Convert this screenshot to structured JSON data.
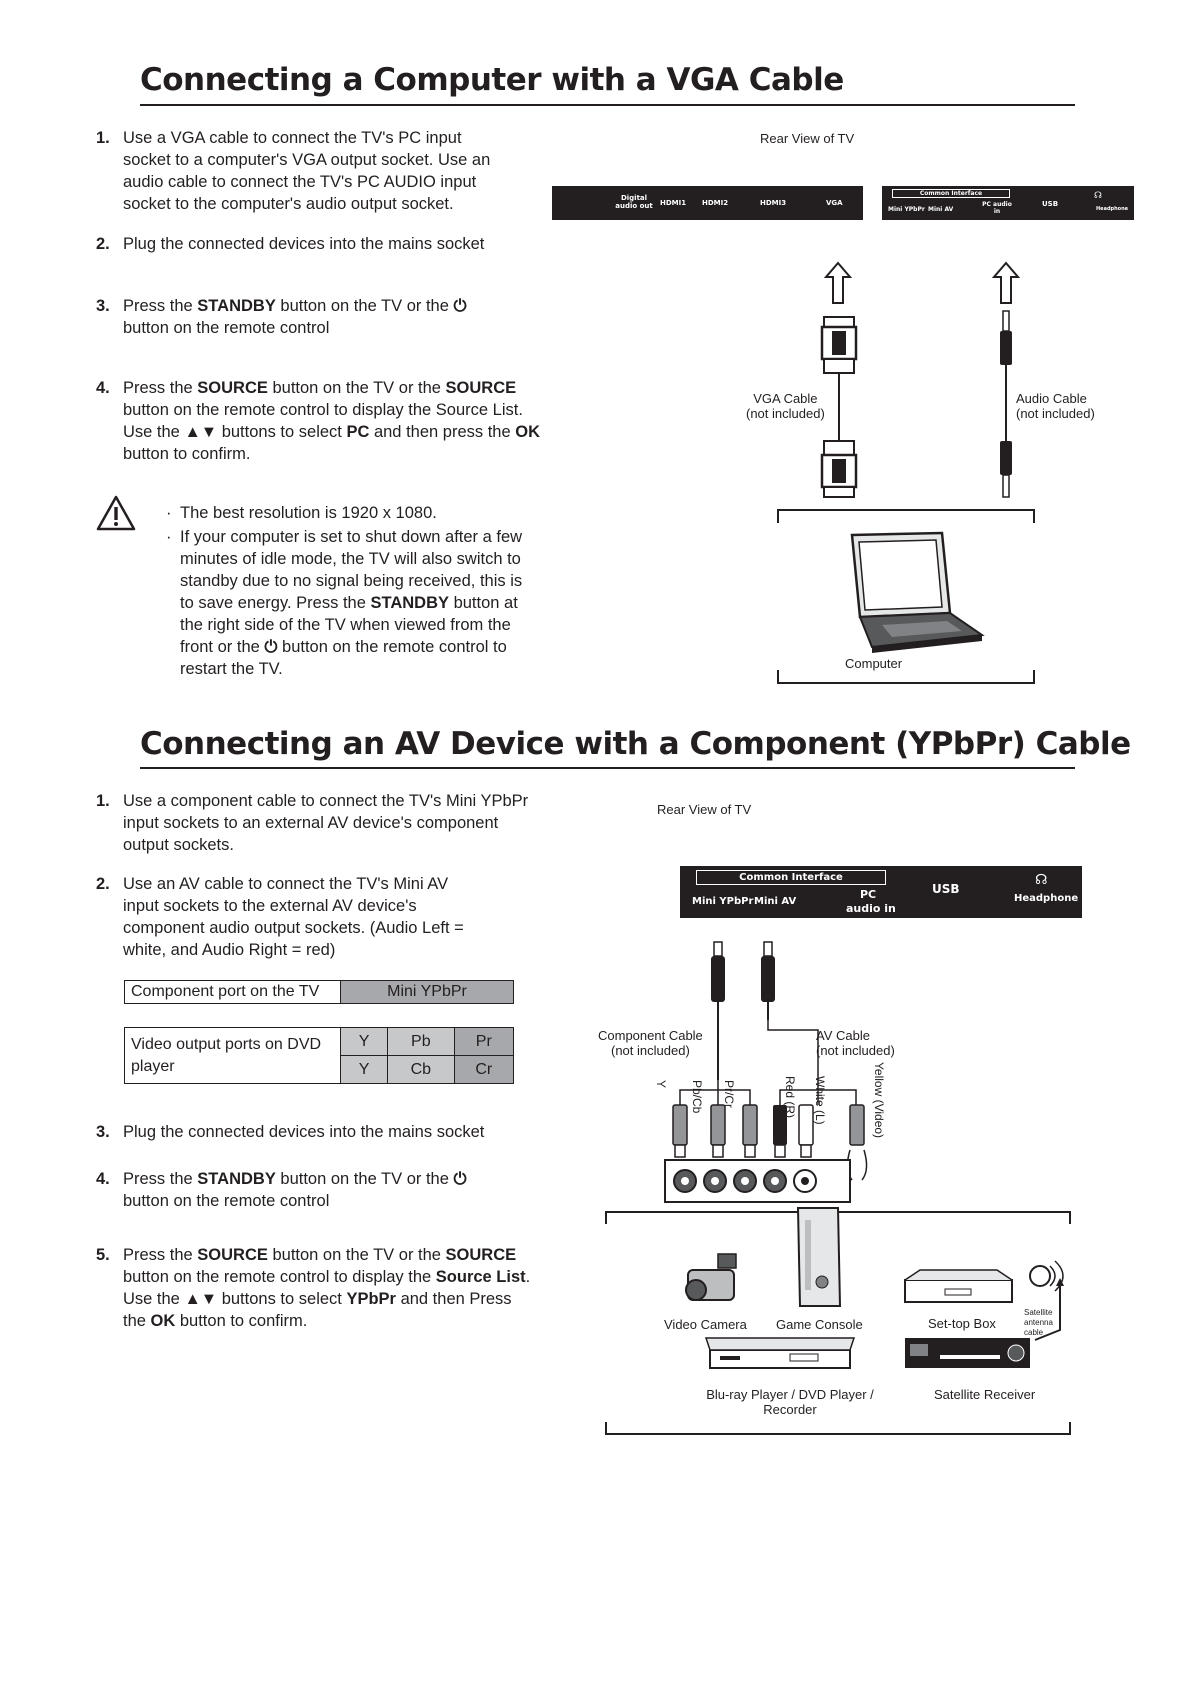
{
  "section1": {
    "title": "Connecting a Computer with a VGA Cable",
    "steps": [
      {
        "num": "1.",
        "text": "Use a VGA cable to connect the TV's PC input socket to a computer's VGA output socket. Use an audio cable to connect the TV's PC AUDIO input socket to the computer's audio output socket."
      },
      {
        "num": "2.",
        "text": "Plug the connected devices into the mains socket"
      },
      {
        "num": "3.",
        "pre": "Press the ",
        "bold": "STANDBY",
        "mid": " button on the TV or the ",
        "post": " button on the remote control"
      },
      {
        "num": "4.",
        "pre": "Press the ",
        "b1": "SOURCE",
        "t1": " button on the TV or the ",
        "b2": "SOURCE",
        "t2": " button on the remote control to display the Source List. Use the ",
        "arrows": "▲▼",
        "t3": " buttons to select ",
        "b3": "PC",
        "t4": " and then press the ",
        "b4": "OK",
        "t5": " button to confirm."
      }
    ],
    "notes": {
      "n1": "The best resolution is 1920 x 1080.",
      "n2_pre": "If your computer is set to shut down after a few minutes of idle mode, the TV will also switch to standby due to no signal being received, this is to save energy. Press the ",
      "n2_bold": "STANDBY",
      "n2_mid": " button at the right side of the TV when viewed from the front or the ",
      "n2_post": " button on the remote control to restart the TV."
    },
    "diagram": {
      "rear_view": "Rear View of TV",
      "panel_left": [
        "Digital audio out",
        "HDMI1",
        "HDMI2",
        "HDMI3",
        "VGA"
      ],
      "panel_right": {
        "ci": "Common Interface",
        "mini_ypbpr": "Mini YPbPr",
        "mini_av": "Mini AV",
        "pc_audio": "PC audio in",
        "usb": "USB",
        "headphone": "Headphone"
      },
      "vga_cable": "VGA Cable",
      "vga_cable_note": "(not included)",
      "audio_cable": "Audio Cable",
      "audio_cable_note": "(not included)",
      "computer": "Computer"
    }
  },
  "section2": {
    "title": "Connecting an AV Device with a Component (YPbPr) Cable",
    "steps": [
      {
        "num": "1.",
        "text": "Use a component cable to connect the TV's Mini YPbPr input sockets to an external AV device's component output sockets."
      },
      {
        "num": "2.",
        "text": "Use an AV cable to connect the TV's Mini AV input sockets to the external AV device's component audio output sockets. (Audio Left = white, and Audio Right = red)"
      },
      {
        "num": "3.",
        "text": "Plug the connected devices into the mains socket"
      },
      {
        "num": "4.",
        "pre": "Press the ",
        "bold": "STANDBY",
        "mid": " button on the TV or the ",
        "post": " button on the remote control"
      },
      {
        "num": "5.",
        "pre": "Press the ",
        "b1": "SOURCE",
        "t1": " button on the TV or the ",
        "b2": "SOURCE",
        "t2": " button on the remote control to display the ",
        "b3": "Source List",
        "t3": ". Use the ",
        "arrows": "▲▼",
        "t4": " buttons to select ",
        "b4": "YPbPr",
        "t5": " and then Press the ",
        "b5": "OK",
        "t6": " button to confirm."
      }
    ],
    "table1": {
      "label": "Component port on the TV",
      "value": "Mini YPbPr"
    },
    "table2": {
      "label": "Video output ports on DVD player",
      "row1": [
        "Y",
        "Pb",
        "Pr"
      ],
      "row2": [
        "Y",
        "Cb",
        "Cr"
      ]
    },
    "diagram": {
      "rear_view": "Rear View of TV",
      "ci": "Common Interface",
      "mini_ypbpr": "Mini YPbPr",
      "mini_av": "Mini AV",
      "pc": "PC",
      "audio_in": "audio in",
      "usb": "USB",
      "headphone": "Headphone",
      "component_cable": "Component Cable",
      "component_note": "(not included)",
      "av_cable": "AV Cable",
      "av_note": "(not included)",
      "plug_y": "Y",
      "plug_pb": "Pb/Cb",
      "plug_pr": "Pr/Cr",
      "plug_red": "Red (R)",
      "plug_white": "White (L)",
      "plug_yellow": "Yellow (Video)",
      "devices": {
        "video_camera": "Video Camera",
        "game_console": "Game Console",
        "set_top_box": "Set-top Box",
        "satellite_cable": "Satellite antenna cable",
        "bluray": "Blu-ray Player / DVD Player / Recorder",
        "satellite_receiver": "Satellite Receiver"
      }
    }
  }
}
